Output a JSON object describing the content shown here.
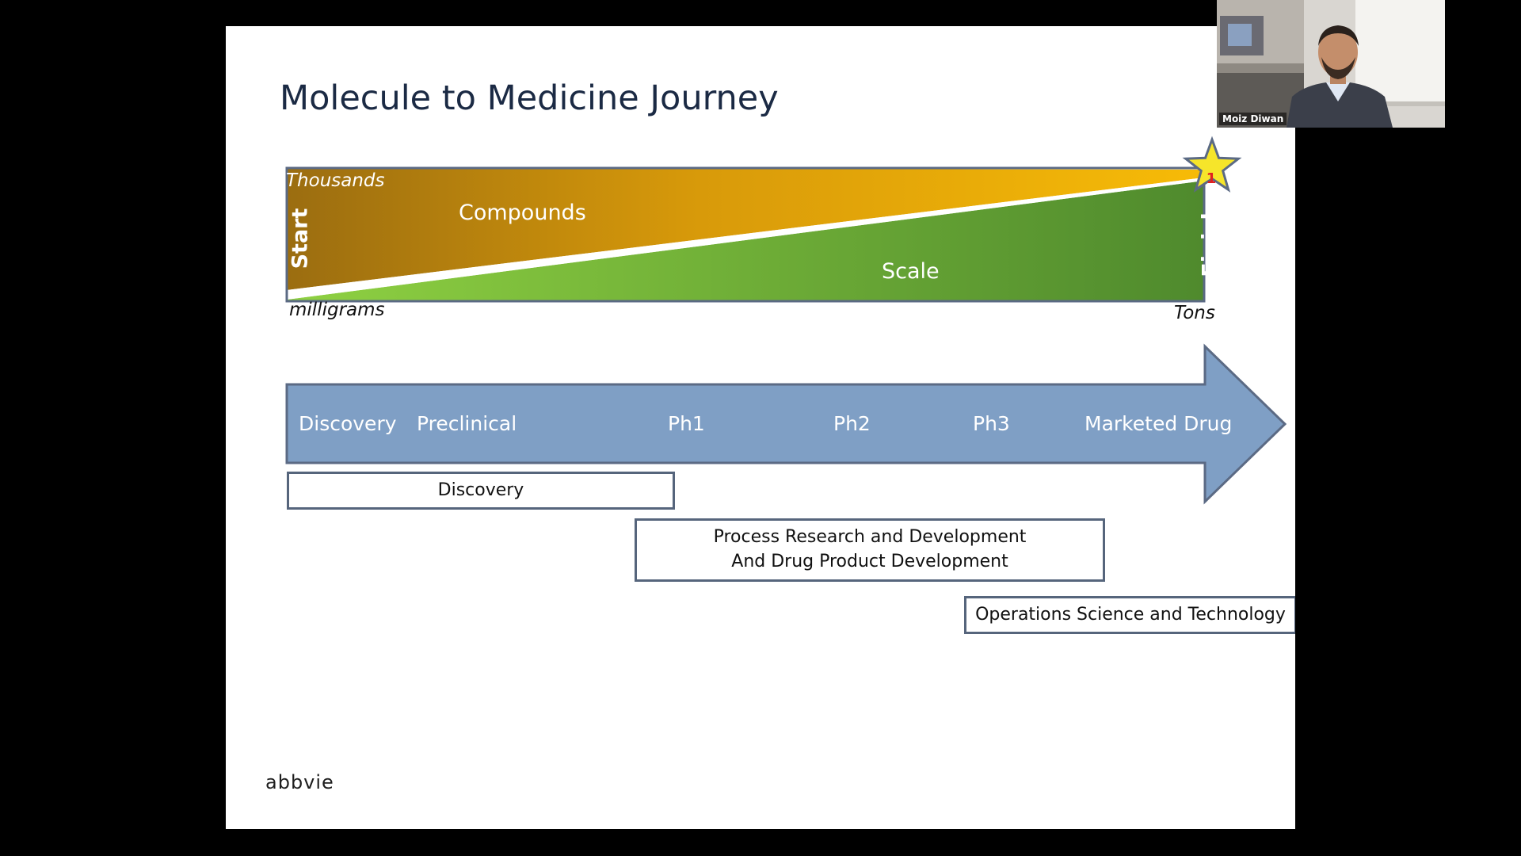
{
  "slide": {
    "title": "Molecule to Medicine Journey",
    "funnel": {
      "start_label": "Start",
      "finish_label": "Finish",
      "thousands_label": "Thousands",
      "milligrams_label": "milligrams",
      "tons_label": "Tons",
      "compounds_label": "Compounds",
      "scale_label": "Scale",
      "star_number": "1"
    },
    "stages": [
      "Discovery",
      "Preclinical",
      "Ph1",
      "Ph2",
      "Ph3",
      "Marketed Drug"
    ],
    "phase_boxes": {
      "discovery": "Discovery",
      "process_line1": "Process Research and Development",
      "process_line2": "And Drug Product Development",
      "operations": "Operations Science and Technology"
    },
    "logo": "abbvie"
  },
  "video": {
    "participant_name": "Moiz Diwan"
  },
  "colors": {
    "compound_gradient": [
      "#9b6d10",
      "#f7bb07"
    ],
    "scale_gradient": [
      "#8fd142",
      "#4f8a2d"
    ],
    "arrow_fill": "#7f9fc5",
    "border": "#56657c",
    "title_text": "#1b2a44",
    "star_fill": "#f6e52a"
  },
  "icons": {
    "star": "star-icon"
  }
}
